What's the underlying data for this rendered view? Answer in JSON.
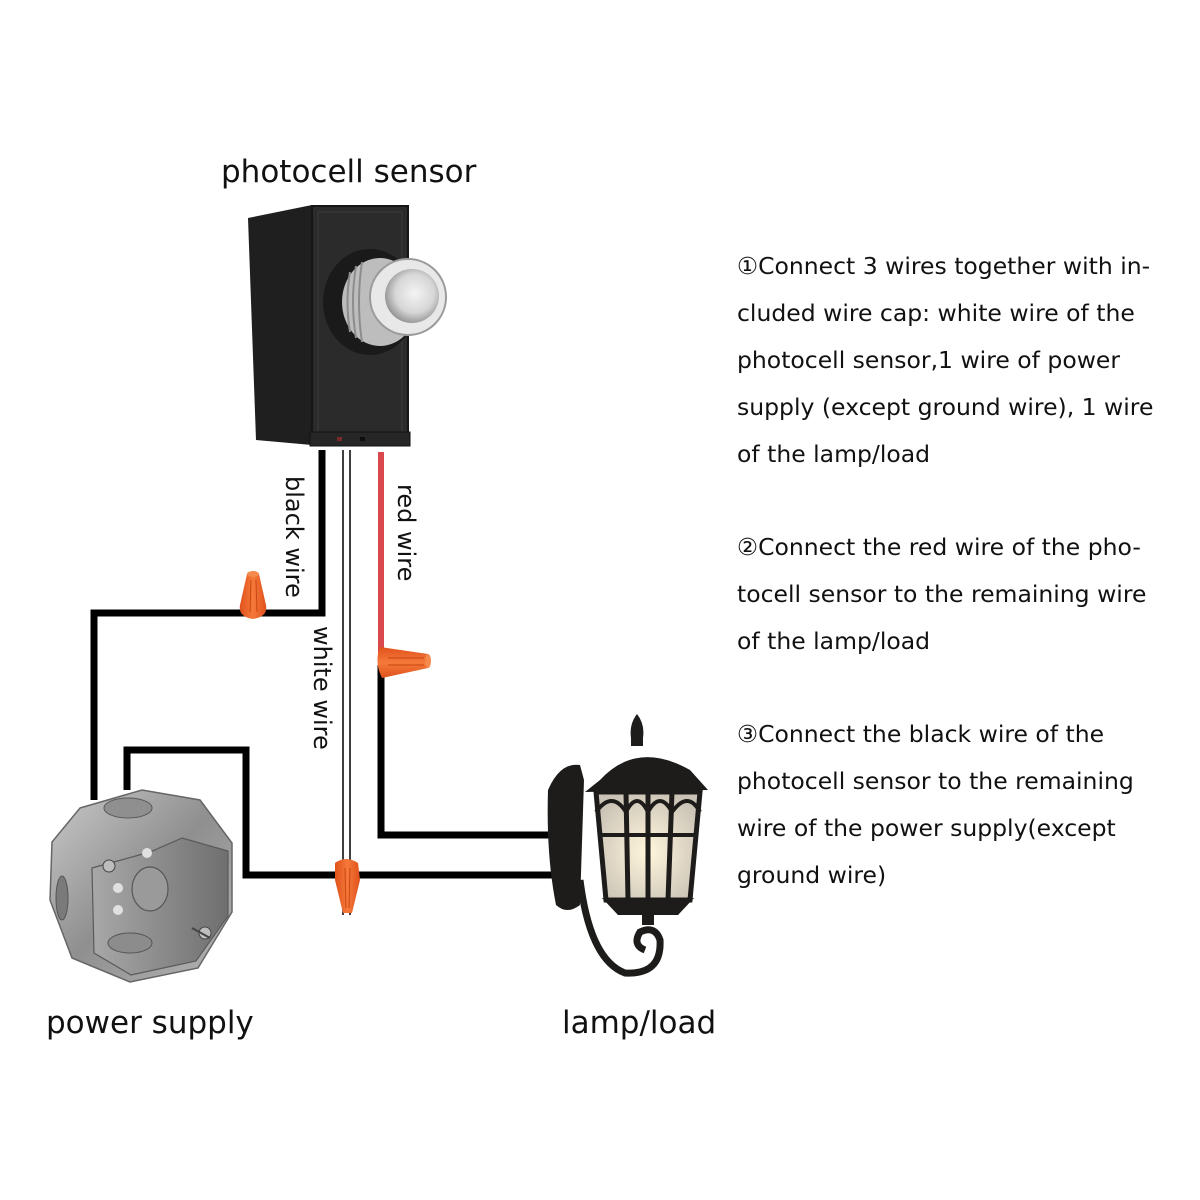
{
  "components": {
    "sensor_label": "photocell sensor",
    "power_label": "power supply",
    "lamp_label": "lamp/load"
  },
  "wires": {
    "black_label": "black wire",
    "white_label": "white wire",
    "red_label": "red wire"
  },
  "colors": {
    "black_wire": "#000000",
    "red_wire": "#d9484c",
    "wire_cap": "#f06a2c",
    "sensor_body": "#2a2a2a",
    "box_metal": "#9a9a9a",
    "lamp_body": "#1e1c1a",
    "lamp_glow": "#f3e4c4"
  },
  "instructions": [
    {
      "number": "①",
      "lines": [
        "Connect 3 wires together with in-",
        "cluded wire cap: white wire of the",
        "photocell sensor,1 wire of power",
        "supply (except ground wire), 1 wire",
        "of the lamp/load"
      ]
    },
    {
      "number": "②",
      "lines": [
        "Connect the red wire of the pho-",
        "tocell sensor to the remaining wire",
        "of the lamp/load"
      ]
    },
    {
      "number": "③",
      "lines": [
        "Connect the black wire of the",
        "photocell sensor to the remaining",
        "wire of the power supply(except",
        "ground wire)"
      ]
    }
  ]
}
